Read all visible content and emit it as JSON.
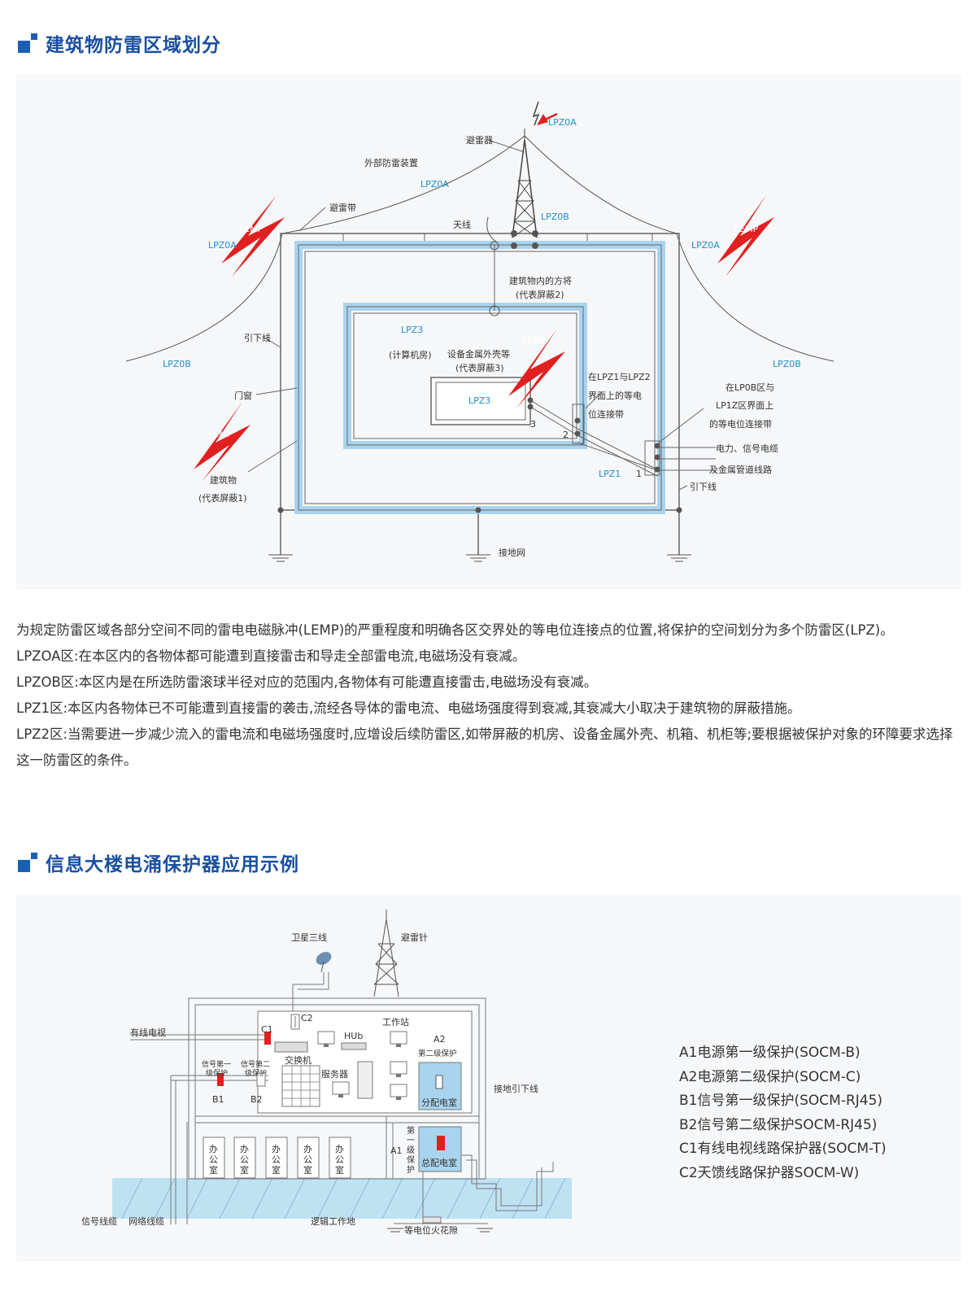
{
  "section1": {
    "title": "建筑物防雷区域划分",
    "diagram": {
      "zones": {
        "lpz0a_top": "LPZ0A",
        "lpz0a_mid": "LPZ0A",
        "lpz0a_left": "LPZ0A",
        "lpz0a_right": "LPZ0A",
        "lpz0b_tower": "LPZ0B",
        "lpz0b_left": "LPZ0B",
        "lpz0b_right": "LPZ0B",
        "lpz3_room": "LPZ3",
        "lpz3_inner": "LPZ3",
        "lpz1": "LPZ1"
      },
      "lemp": "LEMP",
      "labels": {
        "lightning_rod": "避雷器",
        "external_device": "外部防雷装置",
        "lightning_belt": "避雷带",
        "antenna": "天线",
        "internal_grid": "建筑物内的方将",
        "shield2": "(代表屏蔽2)",
        "down_conductor_left": "引下线",
        "computer_room": "(计算机房)",
        "equipment_shell": "设备金属外壳等",
        "shield3": "(代表屏蔽3)",
        "lpz12_line1": "在LPZ1与LPZ2",
        "lpz12_line2": "界面上的等电",
        "lpz12_line3": "位连接带",
        "lp0b_line1": "在LP0B区与",
        "lp0b_line2": "LP1Z区界面上",
        "lp0b_line3": "的等电位连接带",
        "door_window": "门窗",
        "cable_line1": "电力、信号电缆",
        "cable_line2": "及金属管道线路",
        "building": "建筑物",
        "shield1": "(代表屏蔽1)",
        "down_conductor_right": "引下线",
        "ground_net": "接地网",
        "n1": "1",
        "n2": "2",
        "n3": "3"
      }
    },
    "paragraphs": [
      "为规定防雷区域各部分空间不同的雷电电磁脉冲(LEMP)的严重程度和明确各区交界处的等电位连接点的位置,将保护的空间划分为多个防雷区(LPZ)。",
      "LPZOA区:在本区内的各物体都可能遭到直接雷击和导走全部雷电流,电磁场没有衰减。",
      "LPZOB区:本区内是在所选防雷滚球半径对应的范围内,各物体有可能遭直接雷击,电磁场没有衰减。",
      "LPZ1区:本区内各物体已不可能遭到直接雷的袭击,流经各导体的雷电流、电磁场强度得到衰减,其衰减大小取决于建筑物的屏蔽措施。",
      "LPZ2区:当需要进一步减少流入的雷电流和电磁场强度时,应增设后续防雷区,如带屏蔽的机房、设备金属外壳、机箱、机柜等;要根据被保护对象的环障要求选择这一防雷区的条件。"
    ]
  },
  "section2": {
    "title": "信息大楼电涌保护器应用示例",
    "diagram": {
      "satellite": "卫星三线",
      "lightning_needle": "避雷针",
      "cable_tv": "有线电视",
      "c1": "C1",
      "c2": "C2",
      "hub": "HUb",
      "workstation": "工作站",
      "a2": "A2",
      "a2_desc": "第二级保护",
      "switch": "交换机",
      "signal_first": [
        "信号第一",
        "级保护"
      ],
      "signal_second": [
        "信号第二",
        "级保护"
      ],
      "server": "服务器",
      "b1": "B1",
      "b2": "B2",
      "sub_room": "分配电室",
      "ground_down": "接地引下线",
      "first_level": [
        "第",
        "一",
        "级",
        "保",
        "护"
      ],
      "a1": "A1",
      "main_room": "总配电室",
      "office": [
        "办",
        "公",
        "室"
      ],
      "signal_cable": "信号线缆",
      "network_cable": "网络线缆",
      "logic_ground": "逻辑工作地",
      "spark_gap": "等电位火花隙"
    },
    "legend": [
      "A1电源第一级保护(SOCM-B)",
      "A2电源第二级保护(SOCM-C)",
      "B1信号第一级保护(SOCM-RJ45)",
      "B2信号第二级保护SOCM-RJ45)",
      "C1有线电视线路保护器(SOCM-T)",
      "C2天馈线路保护器SOCM-W)"
    ],
    "colors": {
      "accent": "#1a5fb4",
      "shield": "#a9d4ee",
      "lemp": "#e02020",
      "ground_band": "#bfe2f3"
    }
  }
}
